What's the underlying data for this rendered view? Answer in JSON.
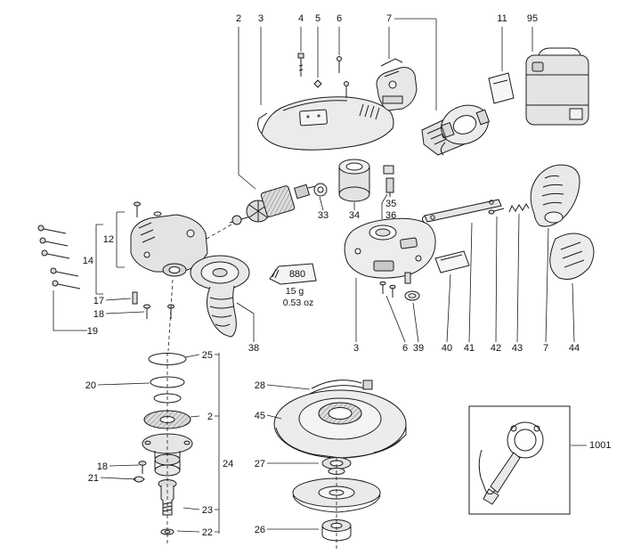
{
  "diagram": {
    "kind": "exploded-parts-diagram",
    "colors": {
      "line": "#1b1b1b",
      "background": "#ffffff",
      "fill_light": "#ebebeb"
    },
    "callouts": [
      "2",
      "3",
      "4",
      "5",
      "6",
      "7",
      "11",
      "95",
      "12",
      "14",
      "17",
      "18",
      "19",
      "33",
      "34",
      "35",
      "36",
      "38",
      "3",
      "6",
      "39",
      "40",
      "41",
      "42",
      "43",
      "7",
      "44",
      "25",
      "20",
      "2",
      "24",
      "18",
      "21",
      "23",
      "22",
      "28",
      "45",
      "27",
      "26",
      "1001"
    ],
    "grease": {
      "code": "880",
      "weight_g": "15 g",
      "weight_oz": "0.53 oz"
    }
  }
}
